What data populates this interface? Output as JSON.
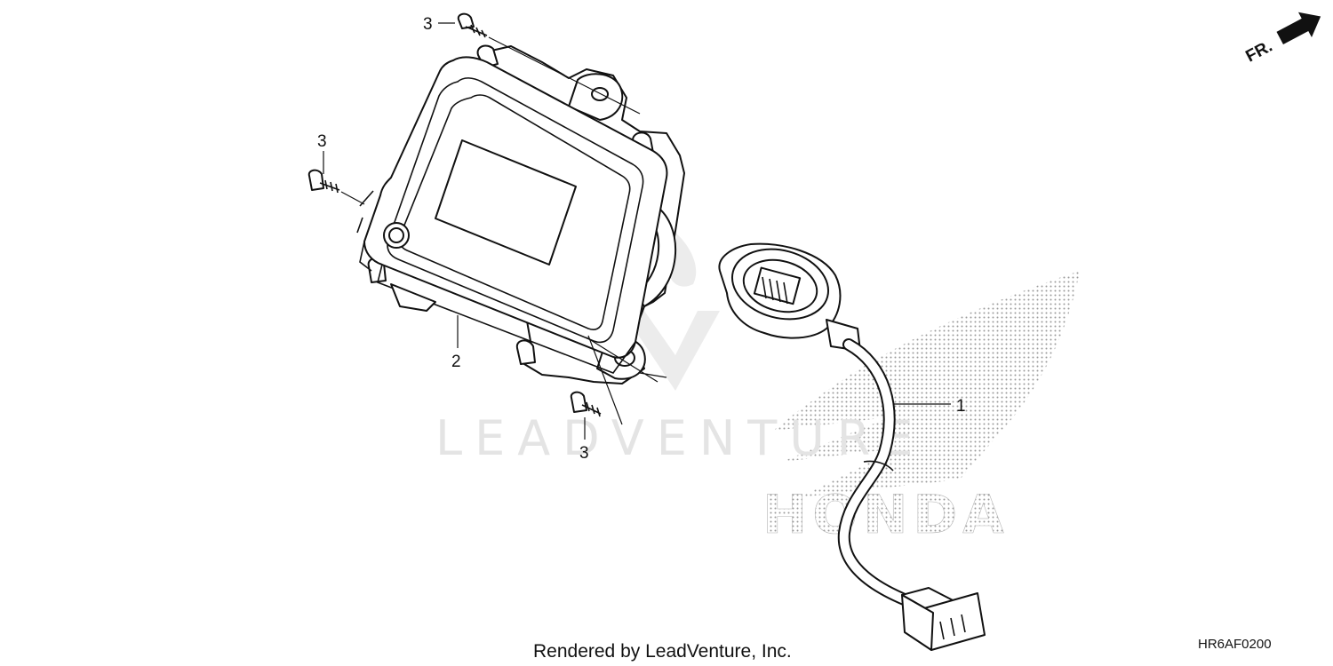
{
  "callouts": {
    "harness": "1",
    "meter_assembly": "2",
    "screw_top": "3",
    "screw_left": "3",
    "screw_bottom": "3"
  },
  "direction": {
    "label": "FR."
  },
  "watermark": {
    "text": "LEADVENTURE"
  },
  "brand_logo": {
    "text": "HONDA"
  },
  "footer": {
    "credit": "Rendered by LeadVenture, Inc.",
    "diagram_code": "HR6AF0200"
  }
}
